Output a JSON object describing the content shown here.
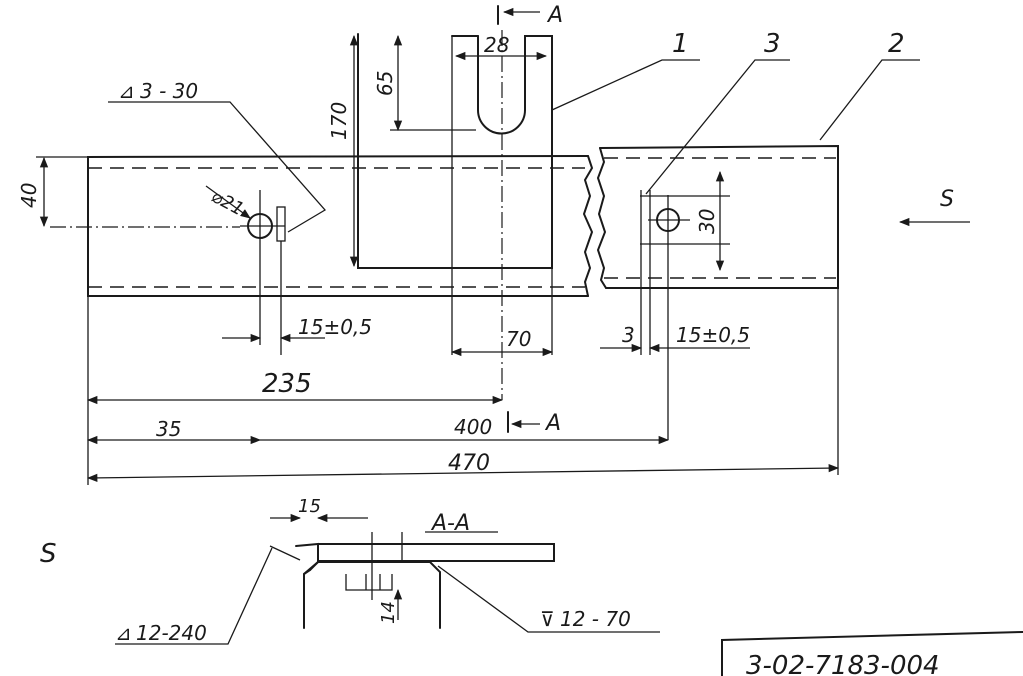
{
  "section_label": "A",
  "section_title": "A-A",
  "view_label": "S",
  "drawing_number": "3-02-7183-004",
  "leaders": {
    "part1": "1",
    "part2": "2",
    "part3": "3"
  },
  "welds": {
    "weld_top": "3 - 30",
    "weld_left": "12-240",
    "weld_right": "12 - 70"
  },
  "dims": {
    "d28": "28",
    "d65": "65",
    "d170": "170",
    "d40": "40",
    "dia21": "⌀21",
    "d30": "30",
    "d15_left": "15±0,5",
    "d3": "3",
    "d15_right": "15±0,5",
    "d70": "70",
    "d235": "235",
    "d35": "35",
    "d400": "400",
    "d470": "470",
    "d15_section": "15",
    "d14": "14"
  }
}
